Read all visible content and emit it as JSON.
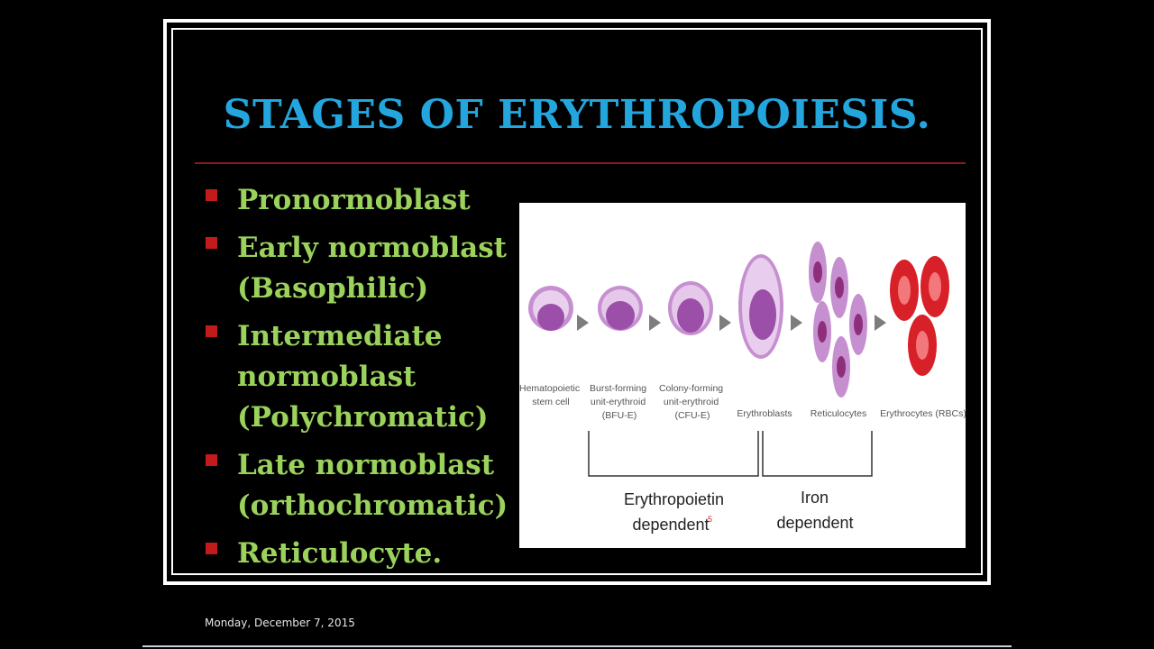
{
  "slide": {
    "title": "STAGES OF ERYTHROPOIESIS.",
    "footer_date": "Monday, December 7, 2015",
    "colors": {
      "title": "#23a6de",
      "bullet_text": "#9bd25c",
      "bullet_marker": "#c21b1b",
      "rule": "#8a1a14"
    }
  },
  "bullets": [
    "Pronormoblast",
    "Early normoblast\n(Basophilic)",
    "Intermediate\nnormoblast\n(Polychromatic)",
    "Late normoblast\n(orthochromatic)",
    "Reticulocyte."
  ],
  "figure": {
    "stages": [
      {
        "line1": "Hematopoietic",
        "line2": "stem cell",
        "line3": ""
      },
      {
        "line1": "Burst-forming",
        "line2": "unit-erythroid",
        "line3": "(BFU-E)"
      },
      {
        "line1": "Colony-forming",
        "line2": "unit-erythroid",
        "line3": "(CFU-E)"
      },
      {
        "line1": "Erythroblasts",
        "line2": "",
        "line3": ""
      },
      {
        "line1": "Reticulocytes",
        "line2": "",
        "line3": ""
      },
      {
        "line1": "Erythrocytes (RBCs)",
        "line2": "",
        "line3": ""
      }
    ],
    "groups": {
      "epo_line1": "Erythropoietin",
      "epo_line2": "dependent",
      "epo_superscript": "5",
      "iron_line1": "Iron",
      "iron_line2": "dependent"
    }
  }
}
